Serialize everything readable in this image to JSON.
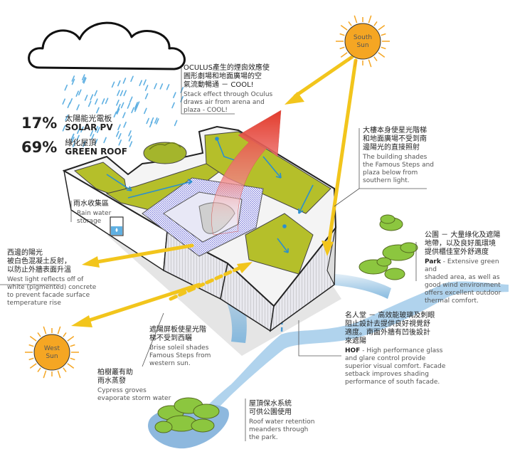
{
  "stats": [
    {
      "pct": "17%",
      "zh": "太陽能光電板",
      "en": "SOLAR PV"
    },
    {
      "pct": "69%",
      "zh": "綠化屋頂",
      "en": "GREEN ROOF"
    }
  ],
  "suns": {
    "south": {
      "line1": "South",
      "line2": "Sun"
    },
    "west": {
      "line1": "West",
      "line2": "Sun"
    }
  },
  "annotations": {
    "oculus": {
      "zh1": "OCULUS產生的煙囪效應使",
      "zh2": "圓形劇場和地面廣場的空",
      "zh3": "氣流動暢通 － COOL!",
      "en1": "Stack effect through Oculus",
      "en2": "draws air from arena and",
      "en3": "plaza - COOL!"
    },
    "rainwater": {
      "zh": "雨水收集區",
      "en1": "Rain water",
      "en2": "storage"
    },
    "shade": {
      "zh1": "大樓本身使星光階梯",
      "zh2": "和地面廣場不受到南",
      "zh3": "邊陽光的直接照射",
      "en1": "The building shades",
      "en2": "the Famous Steps and",
      "en3": "plaza below from",
      "en4": "southern light."
    },
    "park": {
      "zh1": "公園 － 大量綠化及遮陽",
      "zh2": "地帶，以及良好風環境",
      "zh3": "提供櫃佳室外舒適度",
      "en_bold": "Park",
      "en1": " - Extensive green and",
      "en2": "shaded area, as well as",
      "en3": "good wind environment",
      "en4": "offers excellent outdoor",
      "en5": "thermal comfort."
    },
    "west": {
      "zh1": "西邊的陽光",
      "zh2": "被白色混凝土反射，",
      "zh3": "以防止外牆表面升溫",
      "en1": "West light reflects off of",
      "en2": "white (pigmented) concrete",
      "en3": "to prevent facade surface",
      "en4": "temperature rise"
    },
    "hof": {
      "zh1": "名人堂 － 高效能玻璃及刺眼",
      "zh2": "阻止設計去提供良好視覺舒",
      "zh3": "適度。南面外牆有凹後設計",
      "zh4": "來遮陽",
      "en_bold": "HOF",
      "en1": " - High performance glass",
      "en2": "and glare control provide",
      "en3": "superior visual comfort. Facade",
      "en4": "setback improves shading",
      "en5": "performance of south facade."
    },
    "brise": {
      "zh1": "遮陽屏板使星光階",
      "zh2": "梯不受到西曬",
      "en1": "Brise soleil shades",
      "en2": "Famous Steps from",
      "en3": "western sun."
    },
    "cypress": {
      "zh1": "柏樹叢有助",
      "zh2": "雨水蒸發",
      "en1": "Cypress groves",
      "en2": "evaporate storm water"
    },
    "roofwater": {
      "zh1": "屋頂保水系統",
      "zh2": "可供公園使用",
      "en1": "Roof water retention",
      "en2": "meanders through",
      "en3": "the park."
    }
  },
  "colors": {
    "green_roof": "#b5bf2a",
    "arrow_yellow": "#f2c51c",
    "water_blue": "#7ab3dc",
    "rain_blue": "#5fb0e2",
    "hot_red": "#e23b2b",
    "sun_orange": "#f5a623",
    "tree_green": "#8cc63f",
    "facade_blue": "#6a6ad8"
  },
  "icons": [
    "cloud-icon",
    "sun-icon",
    "rain-icon",
    "tree-icon",
    "water-tank-icon"
  ]
}
